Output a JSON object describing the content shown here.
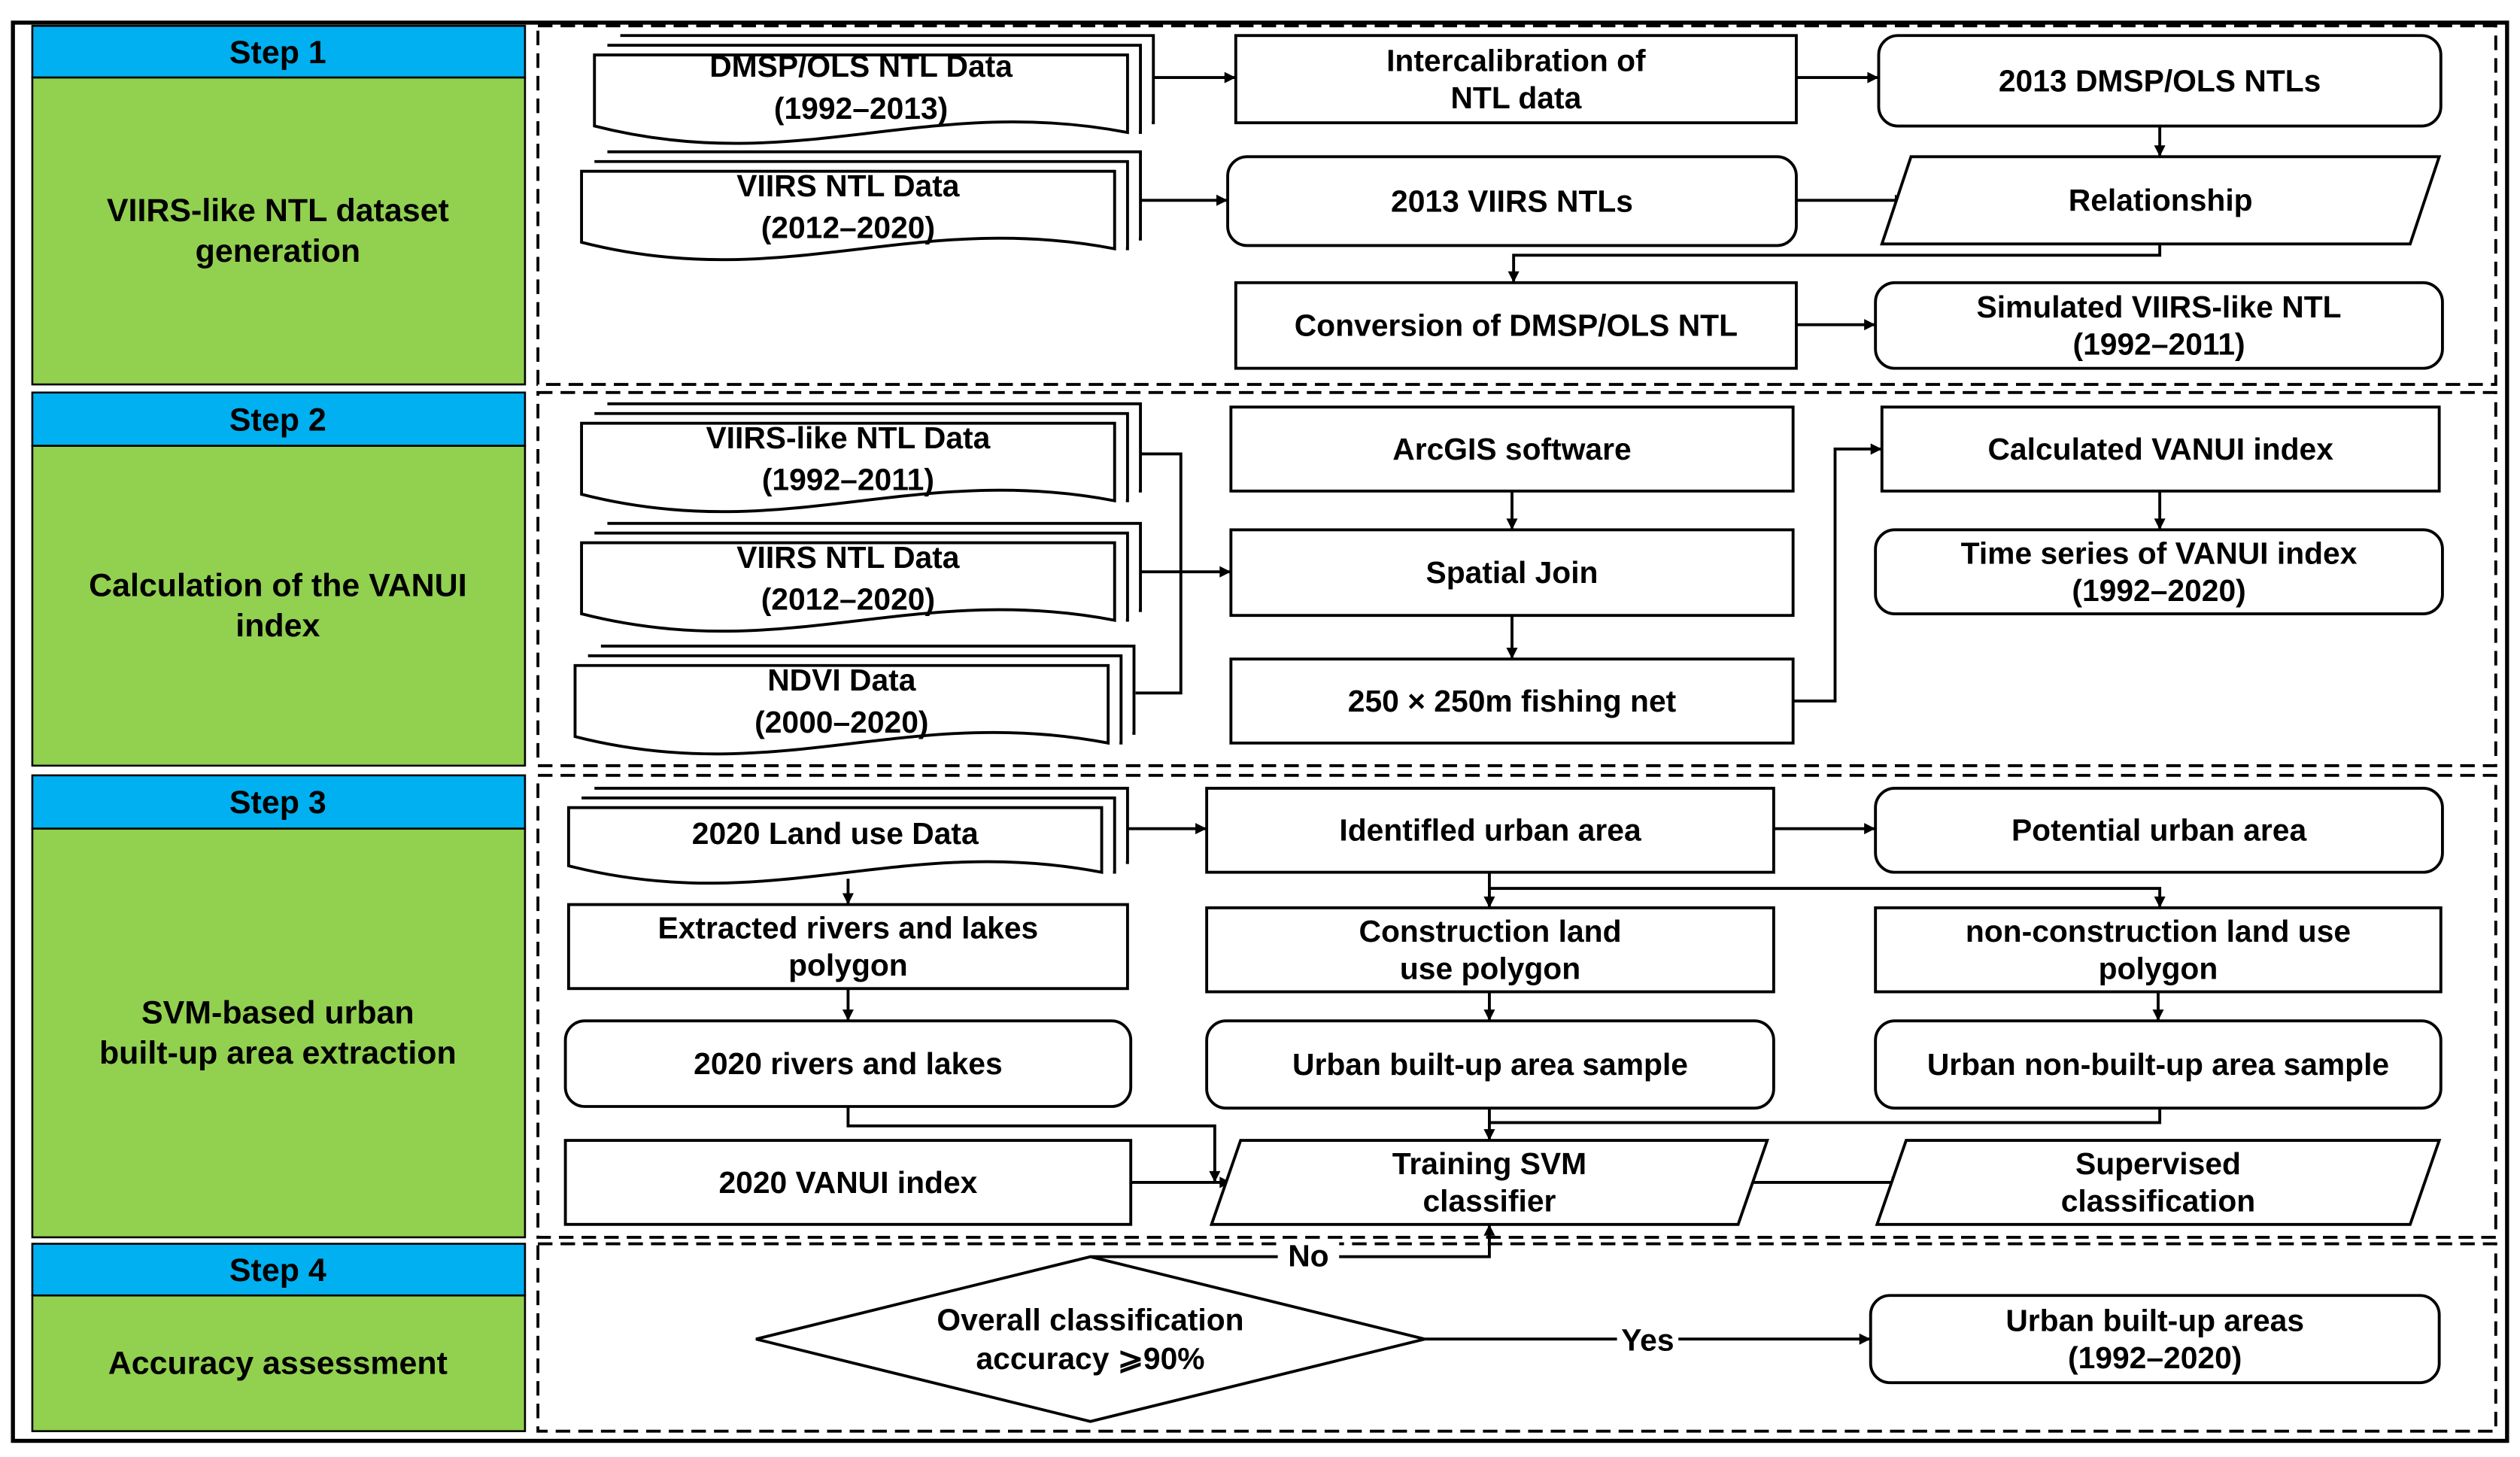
{
  "colors": {
    "step_header": "#00B0F0",
    "step_body": "#92D050",
    "line": "#000000"
  },
  "steps": [
    {
      "header": "Step 1",
      "title_lines": [
        "VIIRS-like NTL dataset",
        "generation"
      ]
    },
    {
      "header": "Step 2",
      "title_lines": [
        "Calculation of the VANUI",
        "index"
      ]
    },
    {
      "header": "Step 3",
      "title_lines": [
        "SVM-based urban",
        "built-up area extraction"
      ]
    },
    {
      "header": "Step 4",
      "title_lines": [
        "Accuracy assessment"
      ]
    }
  ],
  "nodes": [
    {
      "id": "dmsp-ols-ntl-data",
      "lines": [
        "DMSP/OLS NTL Data",
        "(1992–2013)"
      ]
    },
    {
      "id": "intercalibration",
      "lines": [
        "Intercalibration of",
        "NTL data"
      ]
    },
    {
      "id": "dmsp-ols-ntls-2013",
      "lines": [
        "2013 DMSP/OLS NTLs"
      ]
    },
    {
      "id": "viirs-ntl-data-1",
      "lines": [
        "VIIRS NTL Data",
        "(2012–2020)"
      ]
    },
    {
      "id": "viirs-ntls-2013",
      "lines": [
        "2013 VIIRS NTLs"
      ]
    },
    {
      "id": "relationship",
      "lines": [
        "Relationship"
      ]
    },
    {
      "id": "conversion",
      "lines": [
        "Conversion of  DMSP/OLS NTL"
      ]
    },
    {
      "id": "simulated-viirs-like",
      "lines": [
        "Simulated VIIRS-like NTL",
        "(1992–2011)"
      ]
    },
    {
      "id": "viirs-like-ntl-data",
      "lines": [
        "VIIRS-like NTL Data",
        "(1992–2011)"
      ]
    },
    {
      "id": "viirs-ntl-data-2",
      "lines": [
        "VIIRS NTL Data",
        "(2012–2020)"
      ]
    },
    {
      "id": "ndvi-data",
      "lines": [
        "NDVI Data",
        "(2000–2020)"
      ]
    },
    {
      "id": "arcgis-software",
      "lines": [
        "ArcGIS software"
      ]
    },
    {
      "id": "spatial-join",
      "lines": [
        "Spatial Join"
      ]
    },
    {
      "id": "fishing-net",
      "lines": [
        "250 × 250m fishing net"
      ]
    },
    {
      "id": "calculated-vanui",
      "lines": [
        "Calculated VANUI index"
      ]
    },
    {
      "id": "vanui-time-series",
      "lines": [
        "Time series of VANUI index",
        "(1992–2020)"
      ]
    },
    {
      "id": "land-use-data",
      "lines": [
        "2020 Land use Data"
      ]
    },
    {
      "id": "identified-urban-area",
      "lines": [
        "Identifled urban area"
      ]
    },
    {
      "id": "potential-urban-area",
      "lines": [
        "Potential urban area"
      ]
    },
    {
      "id": "rivers-lakes-polygon",
      "lines": [
        "Extracted rivers and lakes",
        "polygon"
      ]
    },
    {
      "id": "construction-land",
      "lines": [
        "Construction land",
        "use polygon"
      ]
    },
    {
      "id": "non-construction-land",
      "lines": [
        "non-construction land use",
        "polygon"
      ]
    },
    {
      "id": "rivers-lakes-2020",
      "lines": [
        "2020 rivers and lakes"
      ]
    },
    {
      "id": "built-up-sample",
      "lines": [
        "Urban built-up area sample"
      ]
    },
    {
      "id": "non-built-up-sample",
      "lines": [
        "Urban non-built-up area sample"
      ]
    },
    {
      "id": "vanui-2020",
      "lines": [
        "2020 VANUI index"
      ]
    },
    {
      "id": "training-svm",
      "lines": [
        "Training SVM",
        "classifier"
      ]
    },
    {
      "id": "supervised-classification",
      "lines": [
        "Supervised",
        "classification"
      ]
    },
    {
      "id": "accuracy-decision",
      "lines": [
        "Overall classification",
        "accuracy ⩾90%"
      ]
    },
    {
      "id": "urban-built-up-areas",
      "lines": [
        "Urban built-up areas",
        "(1992–2020)"
      ]
    }
  ],
  "edge_labels": {
    "no": "No",
    "yes": "Yes"
  }
}
